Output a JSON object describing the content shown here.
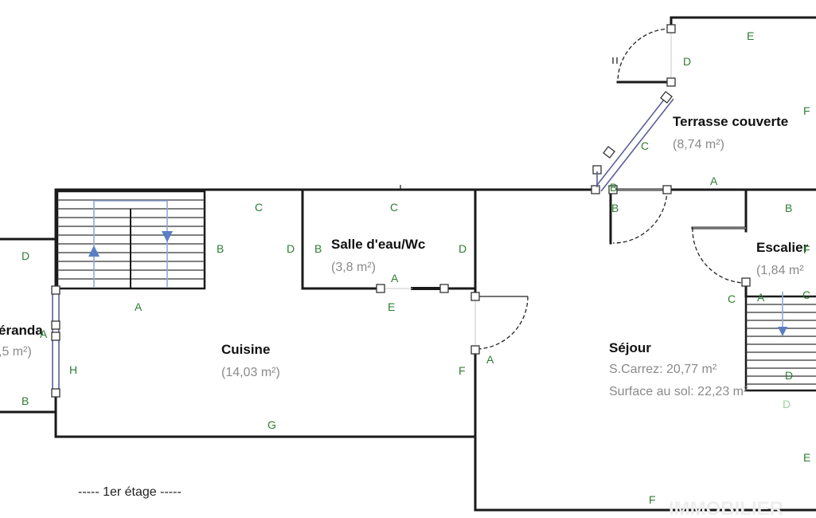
{
  "caption": "----- 1er étage -----",
  "rooms": [
    {
      "id": "veranda",
      "name": "éranda",
      "area": ",5 m²)"
    },
    {
      "id": "cuisine",
      "name": "Cuisine",
      "area": "(14,03 m²)"
    },
    {
      "id": "salle_eau",
      "name": "Salle d'eau/Wc",
      "area": "(3,8 m²)"
    },
    {
      "id": "terrasse",
      "name": "Terrasse couverte",
      "area": "(8,74 m²)"
    },
    {
      "id": "escalier",
      "name": "Escalier",
      "area": "(1,84 m²"
    },
    {
      "id": "sejour",
      "name": "Séjour",
      "area": "S.Carrez: 20,77 m²",
      "area2": "Surface au sol: 22,23 m²"
    }
  ],
  "wall_labels": [
    {
      "text": "D"
    },
    {
      "text": "A"
    },
    {
      "text": "H"
    },
    {
      "text": "B"
    },
    {
      "text": "C"
    },
    {
      "text": "B"
    },
    {
      "text": "A"
    },
    {
      "text": "G"
    },
    {
      "text": "C"
    },
    {
      "text": "D"
    },
    {
      "text": "B"
    },
    {
      "text": "D"
    },
    {
      "text": "A"
    },
    {
      "text": "E"
    },
    {
      "text": "F"
    },
    {
      "text": "A"
    },
    {
      "text": "E"
    },
    {
      "text": "D"
    },
    {
      "text": "F"
    },
    {
      "text": "C"
    },
    {
      "text": "B"
    },
    {
      "text": "B"
    },
    {
      "text": "A"
    },
    {
      "text": "B"
    },
    {
      "text": "F"
    },
    {
      "text": "C"
    },
    {
      "text": "A"
    },
    {
      "text": "C"
    },
    {
      "text": "D"
    },
    {
      "text": "D"
    },
    {
      "text": "E"
    },
    {
      "text": "F"
    }
  ],
  "watermark": "IMMOBILIER"
}
